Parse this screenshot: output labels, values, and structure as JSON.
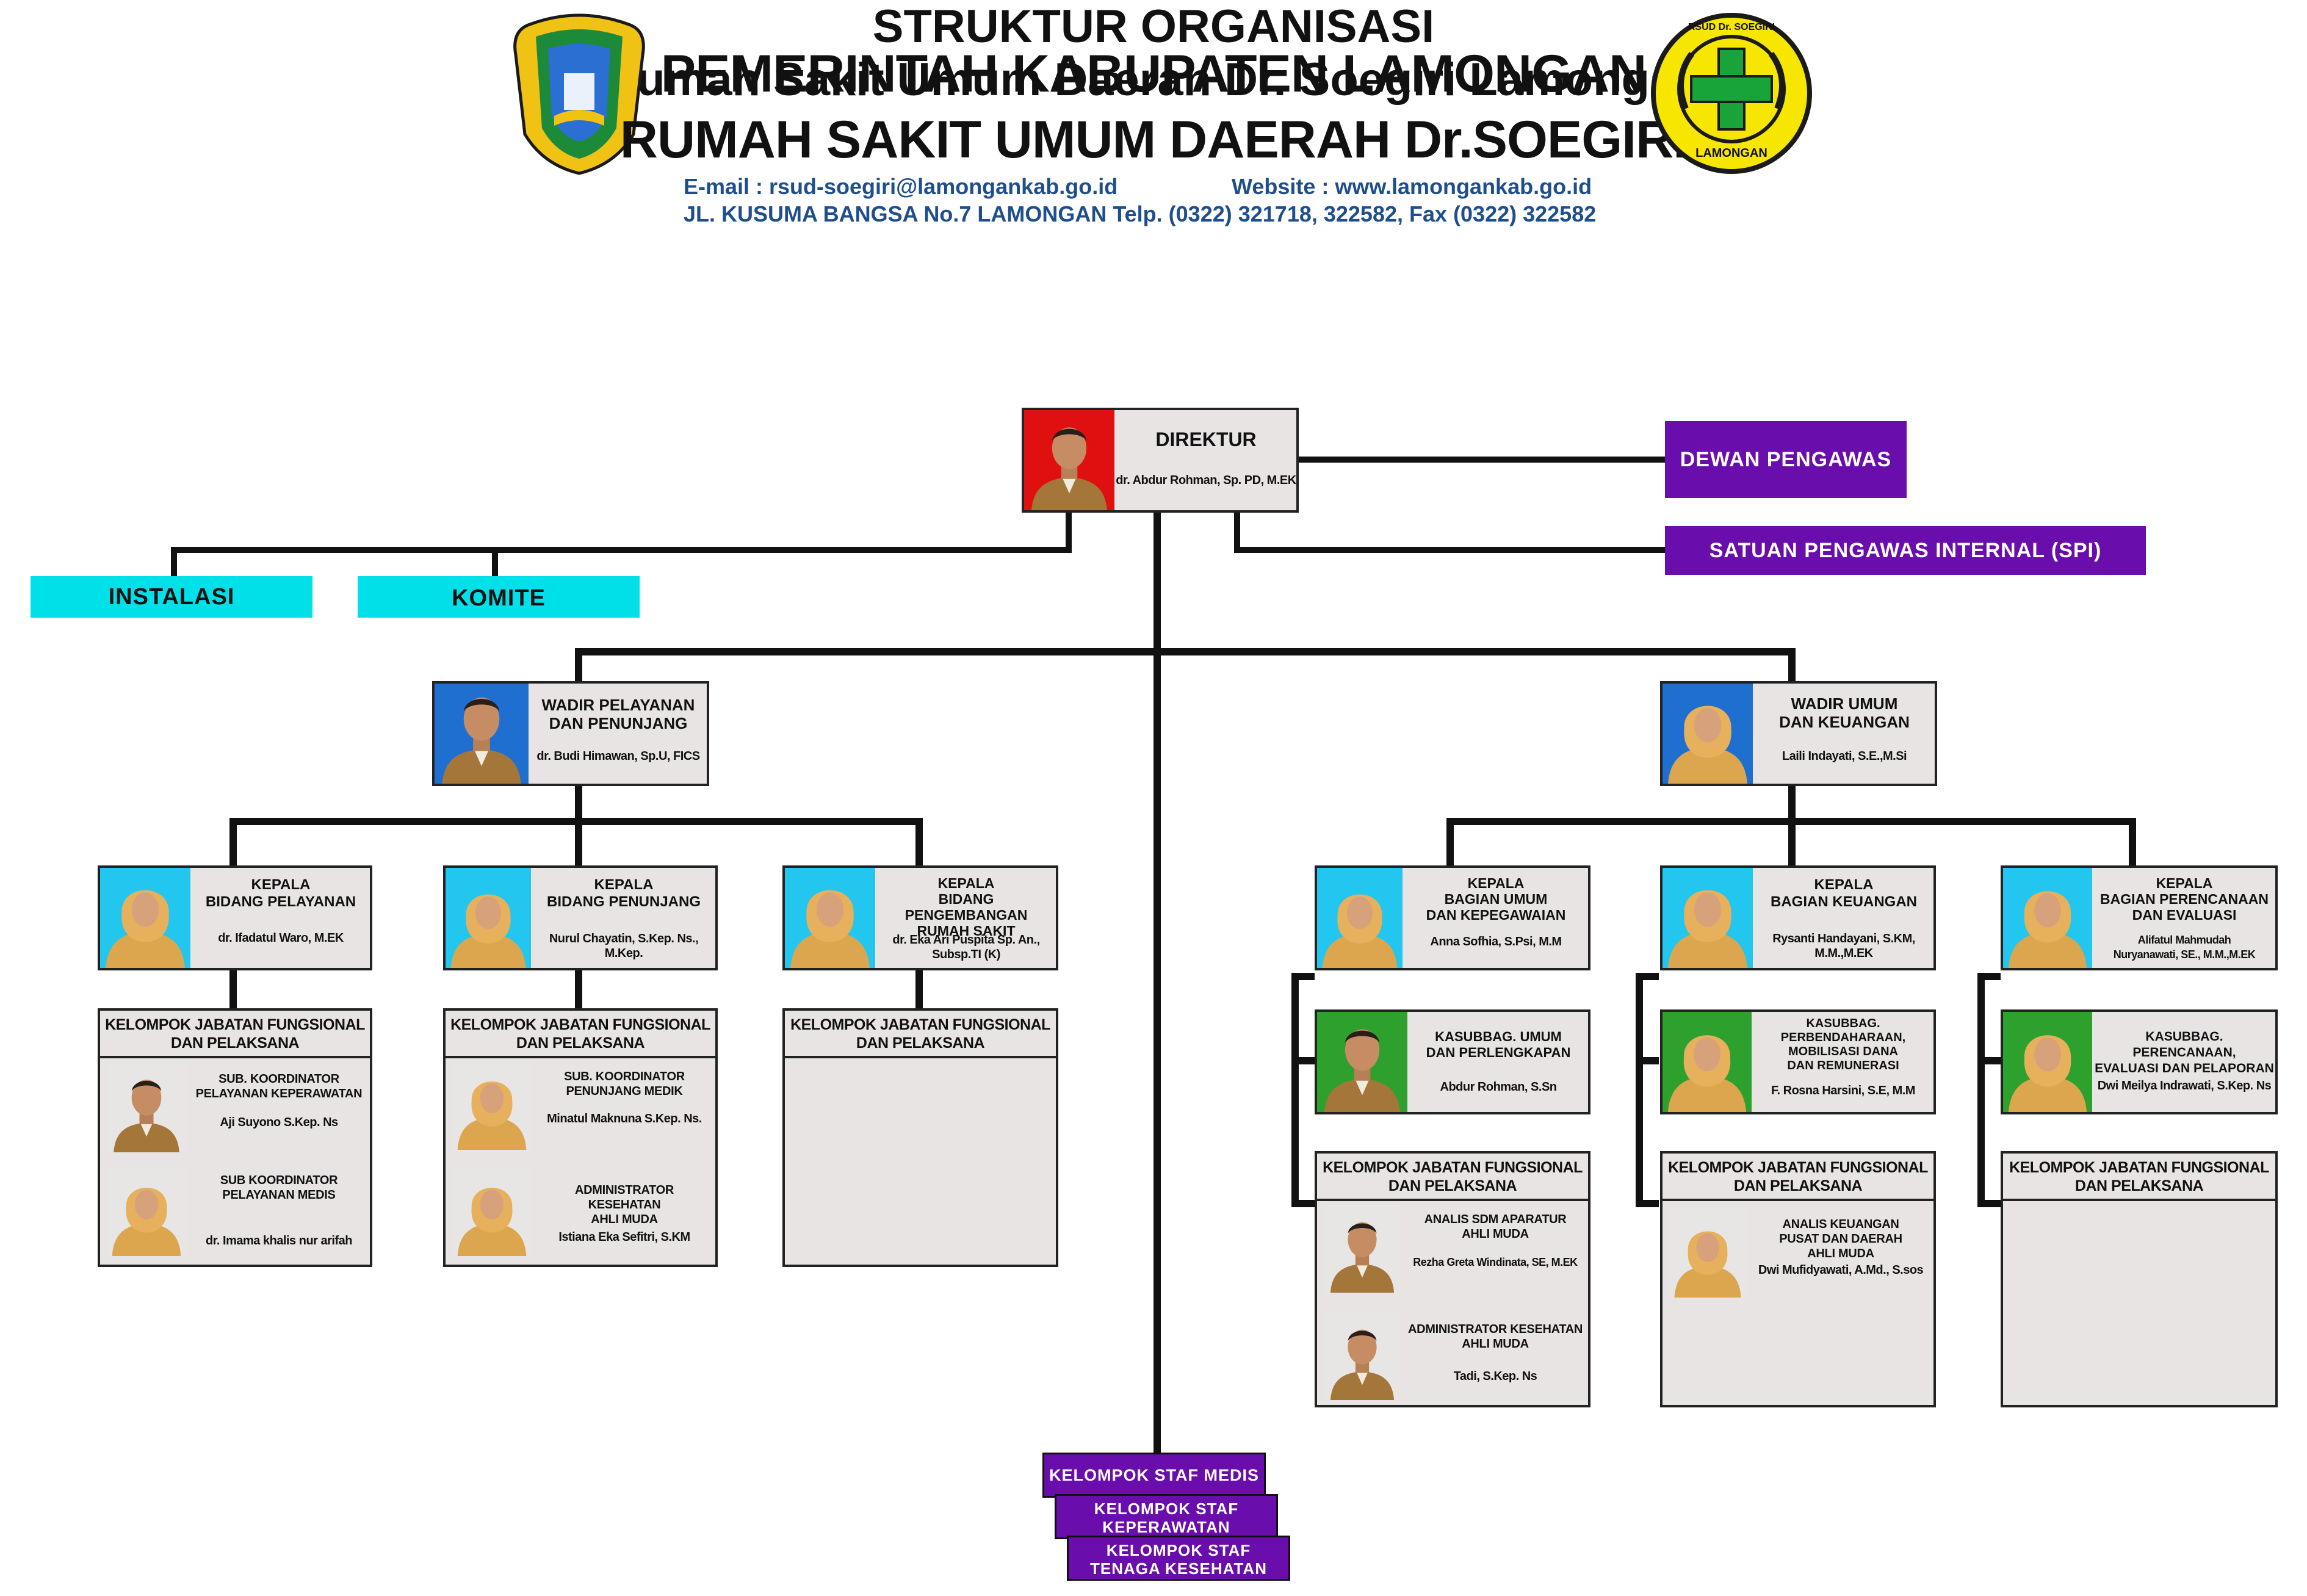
{
  "header": {
    "line1": "PEMERINTAH KABUPATEN LAMONGAN",
    "line2": "RUMAH SAKIT UMUM DAERAH Dr.SOEGIRI",
    "email": "E-mail  :  rsud-soegiri@lamongankab.go.id",
    "website": "Website  :  www.lamongankab.go.id",
    "address": "JL. KUSUMA BANGSA No.7 LAMONGAN Telp. (0322) 321718, 322582, Fax (0322) 322582",
    "right_logo_top": "RSUD Dr. SOEGIRI",
    "right_logo_bottom": "LAMONGAN"
  },
  "title": {
    "line1": "STRUKTUR ORGANISASI",
    "line2": "Rumah Sakit Umum Daerah Dr. Soegiri Lamongan"
  },
  "colors": {
    "cyan": "#00e0e8",
    "purple": "#6a0dad",
    "card": "#e7e4e3",
    "blue_bg": "#1f6fd1",
    "green_bg": "#2ea02e",
    "red_bg": "#e01010",
    "cyan_bg": "#22c6ee"
  },
  "direktur": {
    "role": "DIREKTUR",
    "name": "dr. Abdur Rohman, Sp. PD, M.EK"
  },
  "side": {
    "dewan": "DEWAN PENGAWAS",
    "spi": "SATUAN PENGAWAS INTERNAL (SPI)",
    "instalasi": "INSTALASI",
    "komite": "KOMITE"
  },
  "wadir1": {
    "role1": "WADIR PELAYANAN",
    "role2": "DAN PENUNJANG",
    "name": "dr. Budi Himawan, Sp.U, FICS"
  },
  "wadir2": {
    "role1": "WADIR UMUM",
    "role2": "DAN KEUANGAN",
    "name": "Laili Indayati, S.E.,M.Si"
  },
  "kepala": [
    {
      "role": "KEPALA\nBIDANG PELAYANAN",
      "name": "dr. Ifadatul Waro, M.EK"
    },
    {
      "role": "KEPALA\nBIDANG PENUNJANG",
      "name": "Nurul Chayatin, S.Kep. Ns.,\nM.Kep."
    },
    {
      "role": "KEPALA\nBIDANG PENGEMBANGAN\nRUMAH SAKIT",
      "name": "dr. Eka Ari Puspita  Sp. An.,\nSubsp.TI (K)"
    },
    {
      "role": "KEPALA\nBAGIAN UMUM\nDAN KEPEGAWAIAN",
      "name": "Anna Sofhia, S.Psi, M.M"
    },
    {
      "role": "KEPALA\nBAGIAN KEUANGAN",
      "name": "Rysanti Handayani, S.KM,\nM.M.,M.EK"
    },
    {
      "role": "KEPALA\nBAGIAN PERENCANAAN\nDAN EVALUASI",
      "name": "Alifatul Mahmudah\nNuryanawati, SE., M.M.,M.EK"
    }
  ],
  "kasubbag": [
    {
      "role": "KASUBBAG. UMUM\nDAN PERLENGKAPAN",
      "name": "Abdur Rohman, S.Sn"
    },
    {
      "role": "KASUBBAG.\nPERBENDAHARAAN,\nMOBILISASI DANA\nDAN REMUNERASI",
      "name": "F. Rosna Harsini, S.E, M.M"
    },
    {
      "role": "KASUBBAG. PERENCANAAN,\nEVALUASI DAN PELAPORAN",
      "name": "Dwi Meilya Indrawati, S.Kep. Ns"
    }
  ],
  "group_title": "KELOMPOK JABATAN FUNGSIONAL\nDAN PELAKSANA",
  "groups": {
    "g1": [
      {
        "role": "SUB. KOORDINATOR\nPELAYANAN KEPERAWATAN",
        "name": "Aji Suyono S.Kep. Ns"
      },
      {
        "role": "SUB KOORDINATOR\nPELAYANAN MEDIS",
        "name": "dr. Imama khalis nur arifah"
      }
    ],
    "g2": [
      {
        "role": "SUB. KOORDINATOR\nPENUNJANG MEDIK",
        "name": "Minatul Maknuna S.Kep. Ns."
      },
      {
        "role": "ADMINISTRATOR KESEHATAN\nAHLI MUDA",
        "name": "Istiana Eka Sefitri, S.KM"
      }
    ],
    "g4": [
      {
        "role": "ANALIS SDM APARATUR\nAHLI MUDA",
        "name": "Rezha Greta Windinata, SE, M.EK"
      },
      {
        "role": "ADMINISTRATOR KESEHATAN\nAHLI MUDA",
        "name": "Tadi, S.Kep. Ns"
      }
    ],
    "g5": [
      {
        "role": "ANALIS KEUANGAN\nPUSAT DAN DAERAH\nAHLI MUDA",
        "name": "Dwi Mufidyawati, A.Md., S.sos"
      }
    ]
  },
  "staf": {
    "medis": "KELOMPOK STAF MEDIS",
    "keperawatan": "KELOMPOK STAF\nKEPERAWATAN",
    "lain": "KELOMPOK STAF\nTENAGA KESEHATAN LAIN"
  }
}
